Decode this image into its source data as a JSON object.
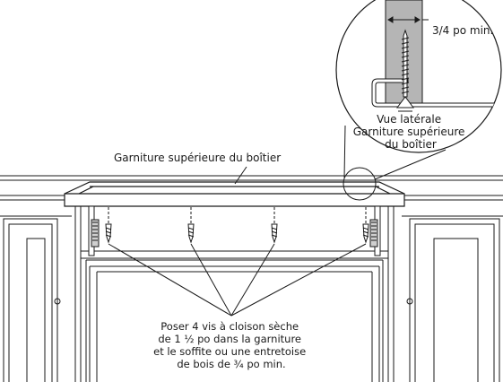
{
  "labels": {
    "dimension": "3/4 po min.",
    "side_view": [
      "Vue latérale",
      "Garniture supérieure",
      "du boîtier"
    ],
    "top_trim": "Garniture supérieure du boîtier",
    "instruction": [
      "Poser 4 vis à cloison sèche",
      "de 1 ½ po dans la garniture",
      "et le soffite ou une entretoise",
      "de bois de ¾ po min."
    ]
  },
  "colors": {
    "line": "#1a1a1a",
    "fill_gray": "#b5b5b5",
    "background": "#ffffff"
  }
}
